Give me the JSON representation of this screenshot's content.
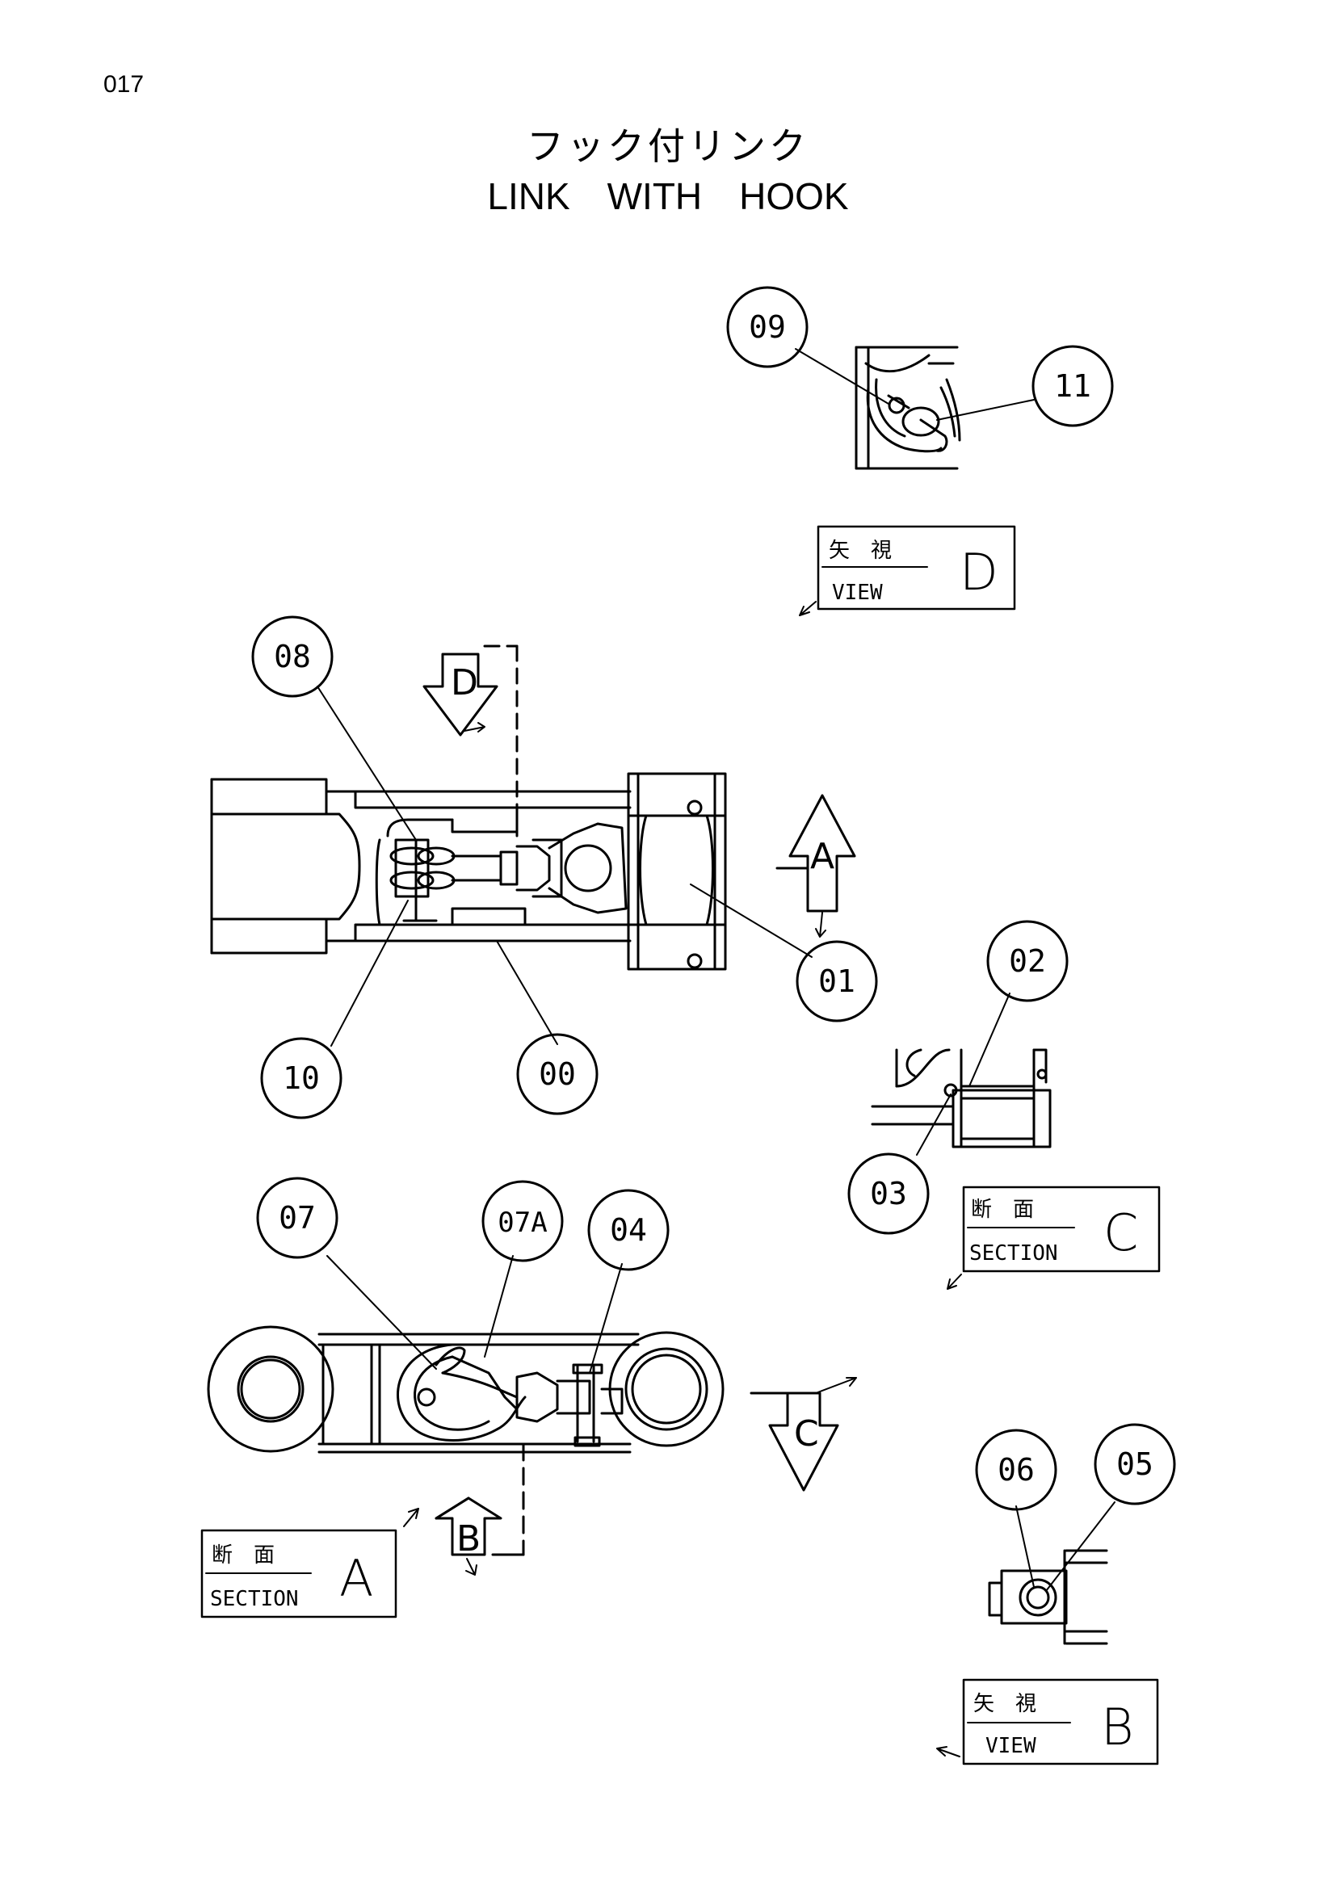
{
  "page_number": "017",
  "title": {
    "jp": "フック付リンク",
    "en": "LINK　WITH　HOOK"
  },
  "callouts": {
    "c09": "09",
    "c11": "11",
    "c08": "08",
    "c01": "01",
    "c02": "02",
    "c10": "10",
    "c00": "00",
    "c03": "03",
    "c07": "07",
    "c07a": "07A",
    "c04": "04",
    "c06": "06",
    "c05": "05"
  },
  "view_labels": {
    "view_d": {
      "jp": "矢　視",
      "en": "VIEW",
      "letter": "D"
    },
    "section_c": {
      "jp": "断　面",
      "en": "SECTION",
      "letter": "C"
    },
    "section_a": {
      "jp": "断　面",
      "en": "SECTION",
      "letter": "A"
    },
    "view_b": {
      "jp": "矢　視",
      "en": "VIEW",
      "letter": "B"
    }
  },
  "direction_arrows": {
    "d": "D",
    "a": "A",
    "c": "C",
    "b": "B"
  }
}
